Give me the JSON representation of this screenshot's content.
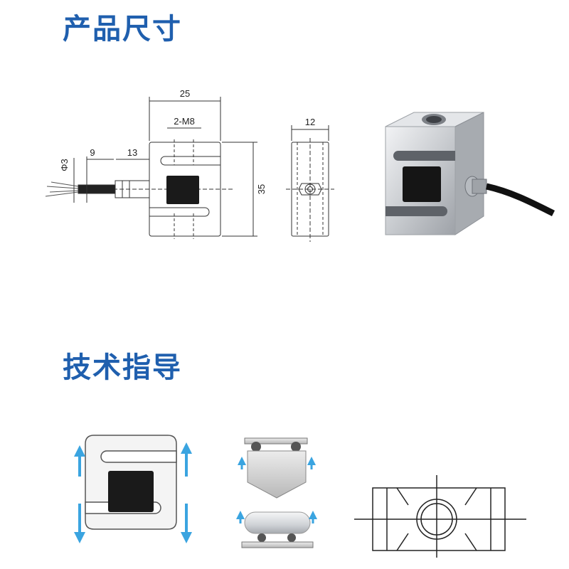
{
  "sections": {
    "dimensions_title": "产品尺寸",
    "guide_title": "技术指导"
  },
  "dimensions": {
    "width": "25",
    "thread": "2-M8",
    "height": "35",
    "cable_dia": "Φ3",
    "cable_strip": "9",
    "gland": "13",
    "thickness": "12"
  },
  "colors": {
    "heading": "#1f5fae",
    "arrow": "#3aa4e0",
    "metal": "#c9ccd0",
    "gauge": "#1a1a1a"
  }
}
